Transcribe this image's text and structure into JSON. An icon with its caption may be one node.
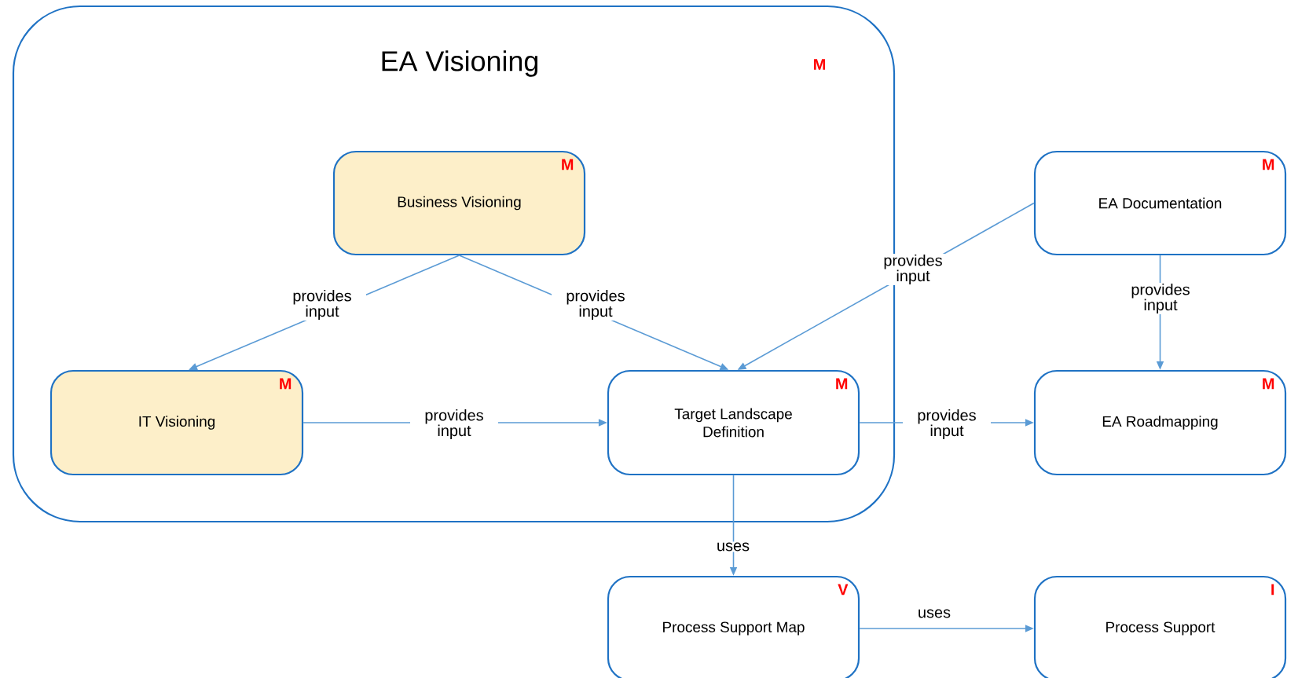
{
  "diagram": {
    "nodes": [
      {
        "text": [
          "EA Visioning",
          "M"
        ]
      },
      {
        "text": [
          "Business Visioning",
          "M"
        ],
        "in": 0
      },
      {
        "text": [
          "IT Visioning",
          "M"
        ],
        "in": 0
      },
      {
        "text": [
          "Target Landscape Definition",
          "M"
        ],
        "in": 0
      },
      {
        "text": [
          "EA Documentation",
          "M"
        ]
      },
      {
        "text": [
          "EA Roadmapping",
          "M"
        ]
      },
      {
        "text": [
          "Process Support Map",
          "V"
        ]
      },
      {
        "text": [
          "Process Support",
          "I"
        ]
      }
    ],
    "edges": [
      {
        "from": 1,
        "to": 2,
        "arrow": "to",
        "label": "provides input"
      },
      {
        "from": 1,
        "to": 3,
        "arrow": "to",
        "label": "provides input"
      },
      {
        "from": 4,
        "to": 3,
        "arrow": "to",
        "label": "provides input"
      },
      {
        "from": 4,
        "to": 5,
        "arrow": "to",
        "label": "provides input"
      },
      {
        "from": 2,
        "to": 3,
        "arrow": "to",
        "label": "provides input"
      },
      {
        "from": 3,
        "to": 5,
        "arrow": "to",
        "label": "provides input"
      },
      {
        "from": 3,
        "to": 6,
        "arrow": "to",
        "label": "uses"
      },
      {
        "from": 6,
        "to": 7,
        "arrow": "to",
        "label": "uses"
      }
    ]
  }
}
